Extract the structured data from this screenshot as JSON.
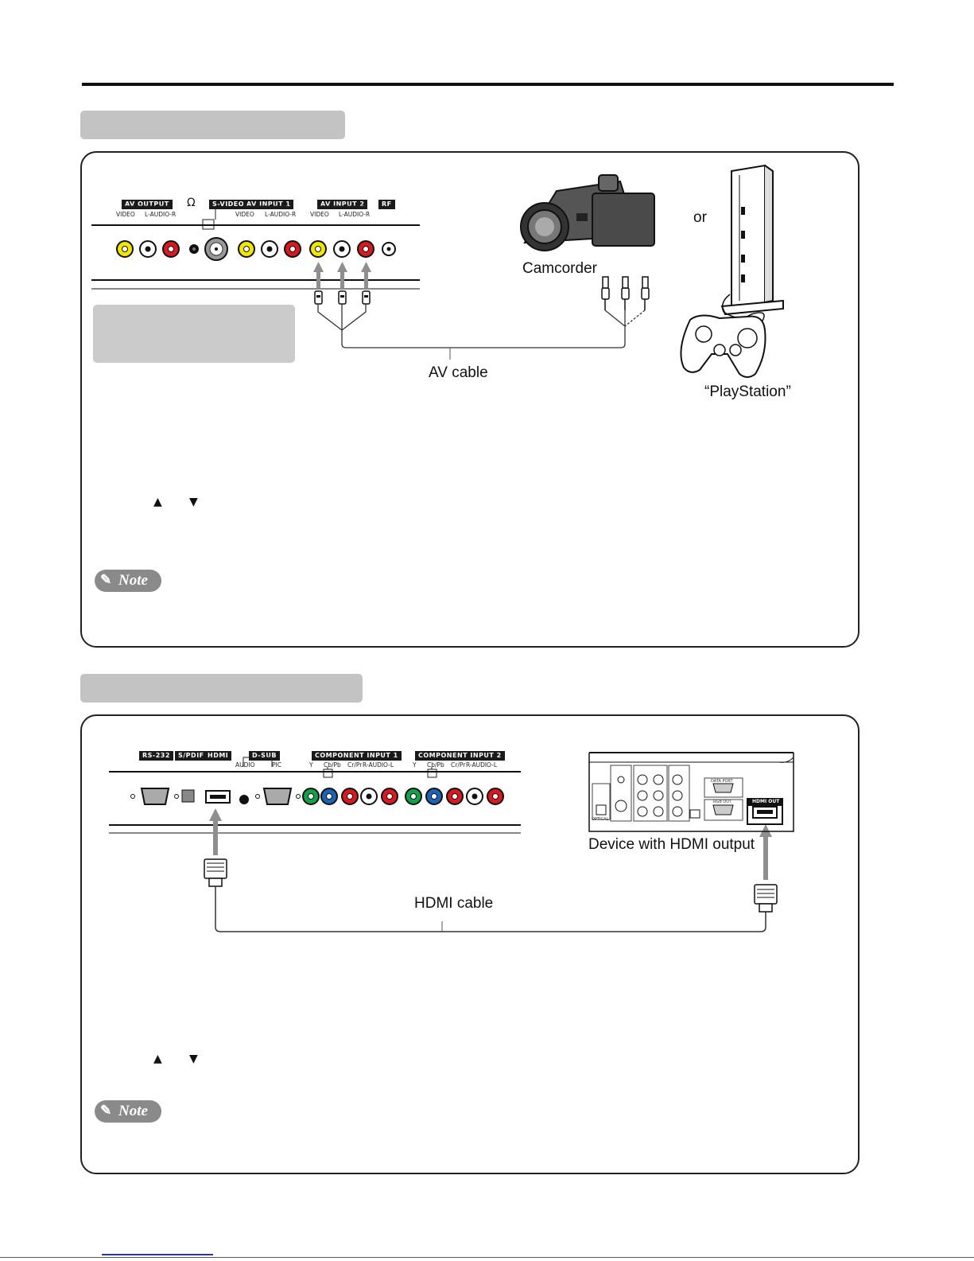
{
  "panel1": {
    "tv_labels": {
      "av_output": "AV OUTPUT",
      "headphone_symbol": "Ω",
      "s_video": "S-VIDEO",
      "av_input1": "AV INPUT 1",
      "av_input2": "AV INPUT 2",
      "rf": "RF"
    },
    "tv_sublabels": {
      "video_a": "VIDEO",
      "audio_a": "L-AUDIO-R",
      "video_b": "VIDEO",
      "audio_b": "L-AUDIO-R",
      "video_c": "VIDEO",
      "audio_c": "L-AUDIO-R"
    },
    "camcorder_label": "Camcorder",
    "or_label": "or",
    "cable_label": "AV cable",
    "playstation_label": "“PlayStation”",
    "note_label": "Note"
  },
  "panel2": {
    "tv_labels": {
      "rs232": "RS-232",
      "spdif": "S/PDIF",
      "hdmi": "HDMI",
      "dsub": "D-SUB",
      "comp1": "COMPONENT INPUT 1",
      "comp2": "COMPONENT INPUT 2"
    },
    "tv_sublabels": {
      "audio": "AUDIO",
      "pic": "PIC",
      "c1_y": "Y",
      "c1_cb": "Cb/Pb",
      "c1_cr": "Cr/Pr",
      "c1_audio": "R-AUDIO-L",
      "c2_y": "Y",
      "c2_cb": "Cb/Pb",
      "c2_cr": "Cr/Pr",
      "c2_audio": "R-AUDIO-L"
    },
    "device_labels": {
      "hdmi_out": "HDMI OUT",
      "optical": "OPTICAL",
      "data_port": "DATA PORT",
      "rgb_out": "RGB OUT"
    },
    "device_label": "Device with HDMI output",
    "cable_label": "HDMI cable",
    "note_label": "Note"
  },
  "glyphs": {
    "up_arrow": "▲",
    "down_arrow": "▼",
    "clip": "✎"
  },
  "colors": {
    "video_yellow": "#f2e600",
    "audio_white": "#ffffff",
    "audio_red": "#d71920",
    "comp_green": "#12a04a",
    "comp_blue": "#1b63b5",
    "arrow_grey": "#8f8f8f"
  }
}
